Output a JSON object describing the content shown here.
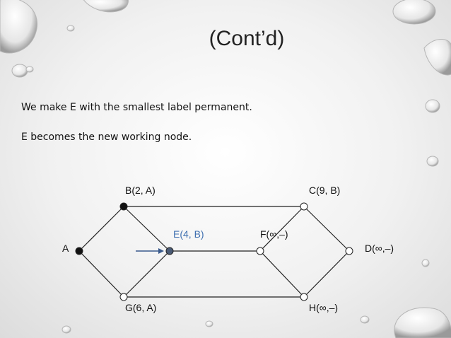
{
  "slide": {
    "title": "(Cont’d)",
    "body": [
      "We make E with the smallest label  permanent.",
      "E becomes the new working node."
    ]
  },
  "graph": {
    "nodes": [
      {
        "id": "A",
        "label": "A",
        "state": "permanent"
      },
      {
        "id": "B",
        "label": "B(2, A)",
        "state": "permanent"
      },
      {
        "id": "G",
        "label": "G(6, A)",
        "state": "tentative"
      },
      {
        "id": "E",
        "label": "E(4, B)",
        "state": "working"
      },
      {
        "id": "F",
        "label": "F(∞,–)",
        "state": "tentative"
      },
      {
        "id": "C",
        "label": "C(9, B)",
        "state": "tentative"
      },
      {
        "id": "H",
        "label": "H(∞,–)",
        "state": "tentative"
      },
      {
        "id": "D",
        "label": "D(∞,–)",
        "state": "tentative"
      }
    ],
    "edges": [
      [
        "A",
        "B"
      ],
      [
        "A",
        "G"
      ],
      [
        "B",
        "E"
      ],
      [
        "G",
        "E"
      ],
      [
        "B",
        "C"
      ],
      [
        "G",
        "H"
      ],
      [
        "E",
        "F"
      ],
      [
        "F",
        "C"
      ],
      [
        "F",
        "H"
      ],
      [
        "C",
        "D"
      ],
      [
        "H",
        "D"
      ]
    ],
    "arrow_target": "E",
    "colors": {
      "permanent_fill": "#111111",
      "working_fill": "#4a5a75",
      "tentative_fill": "#ffffff",
      "edge": "#222222",
      "arrow": "#3a5a8c",
      "highlight_label": "#3f6fb0"
    }
  }
}
